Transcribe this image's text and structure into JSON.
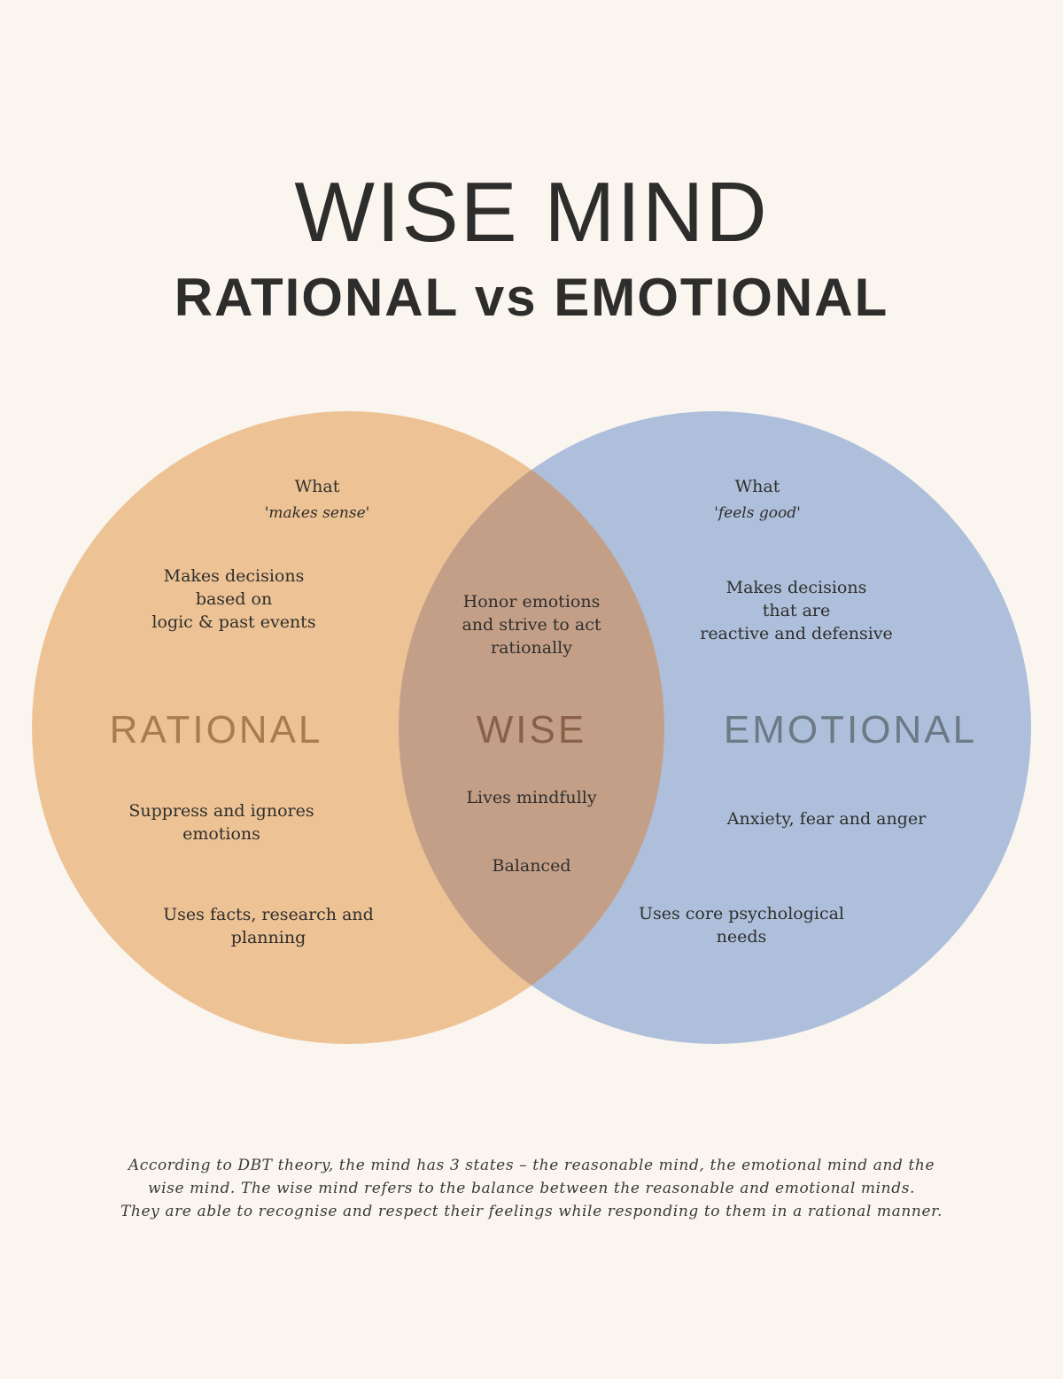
{
  "title": "WISE MIND",
  "subtitle": "RATIONAL vs EMOTIONAL",
  "colors": {
    "background": "#faf5ef",
    "rational_circle": "#edc294",
    "emotional_circle": "#aebfdb",
    "overlap": "#c49f88",
    "rational_label": "#a97b52",
    "wise_label": "#8a6049",
    "emotional_label": "#6d7a86"
  },
  "rational": {
    "label": "RATIONAL",
    "what": "What",
    "what_quote": "'makes sense'",
    "decisions": [
      "Makes decisions",
      "based on",
      "logic & past events"
    ],
    "emotions": [
      "Suppress and ignores",
      "emotions"
    ],
    "uses": [
      "Uses facts, research and",
      "planning"
    ]
  },
  "wise": {
    "label": "WISE",
    "honor": [
      "Honor emotions",
      "and strive to act",
      "rationally"
    ],
    "lives": "Lives mindfully",
    "balanced": "Balanced"
  },
  "emotional": {
    "label": "EMOTIONAL",
    "what": "What",
    "what_quote": "'feels good'",
    "decisions": [
      "Makes decisions",
      "that are",
      "reactive and defensive"
    ],
    "feelings": "Anxiety, fear and anger",
    "uses": [
      "Uses core psychological",
      "needs"
    ]
  },
  "footer": [
    "According to DBT theory, the mind has 3 states – the reasonable mind, the emotional mind and the",
    "wise mind. The wise mind refers to the balance between the reasonable and emotional minds.",
    "They are able to recognise and respect their feelings while responding to them in a rational manner."
  ]
}
